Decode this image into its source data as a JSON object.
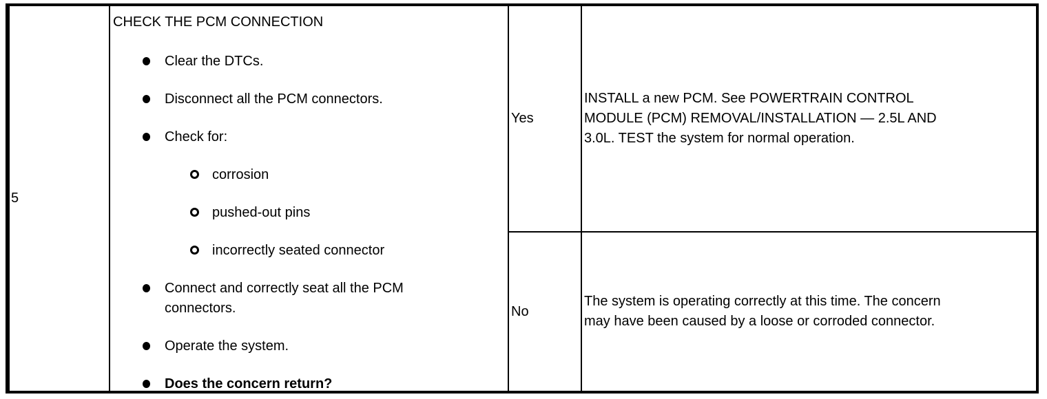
{
  "colors": {
    "background": "#ffffff",
    "text": "#000000",
    "border": "#000000"
  },
  "table": {
    "step_number": "5",
    "test": {
      "title": "CHECK THE PCM CONNECTION",
      "items": [
        {
          "level": 1,
          "bold": false,
          "text": "Clear the DTCs."
        },
        {
          "level": 1,
          "bold": false,
          "text": "Disconnect all the PCM connectors."
        },
        {
          "level": 1,
          "bold": false,
          "text": "Check for:"
        },
        {
          "level": 2,
          "bold": false,
          "text": "corrosion"
        },
        {
          "level": 2,
          "bold": false,
          "text": "pushed-out pins"
        },
        {
          "level": 2,
          "bold": false,
          "text": "incorrectly seated connector"
        },
        {
          "level": 1,
          "bold": false,
          "text": "Connect and correctly seat all the PCM\nconnectors."
        },
        {
          "level": 1,
          "bold": false,
          "text": "Operate the system."
        },
        {
          "level": 1,
          "bold": true,
          "text": "Does the concern return?"
        }
      ]
    },
    "results": [
      {
        "answer": "Yes",
        "action": "INSTALL a new PCM. See POWERTRAIN CONTROL\nMODULE (PCM) REMOVAL/INSTALLATION — 2.5L AND\n3.0L. TEST the system for normal operation."
      },
      {
        "answer": "No",
        "action": "The system is operating correctly at this time. The concern\nmay have been caused by a loose or corroded connector."
      }
    ]
  }
}
